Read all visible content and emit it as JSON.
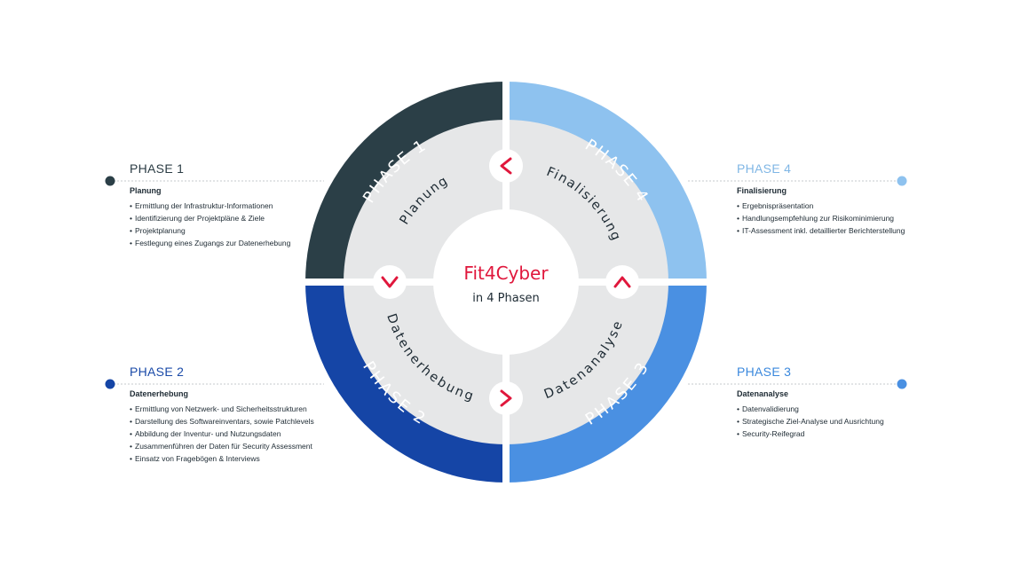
{
  "center": {
    "title": "Fit4Cyber",
    "subtitle": "in 4 Phasen"
  },
  "ring_labels": {
    "phase1": "PHASE 1",
    "phase2": "PHASE 2",
    "phase3": "PHASE 3",
    "phase4": "PHASE 4"
  },
  "inner_labels": {
    "planung": "Planung",
    "finalisierung": "Finalisierung",
    "datenerhebung": "Datenerhebung",
    "datenanalyse": "Datenanalyse"
  },
  "panels": {
    "phase1": {
      "title": "PHASE 1",
      "subtitle": "Planung",
      "items": [
        "Ermittlung der Infrastruktur-Informationen",
        "Identifizierung der Projektpläne & Ziele",
        "Projektplanung",
        "Festlegung eines Zugangs zur Datenerhebung"
      ]
    },
    "phase2": {
      "title": "PHASE 2",
      "subtitle": "Datenerhebung",
      "items": [
        "Ermittlung von Netzwerk- und Sicherheitsstrukturen",
        "Darstellung des Softwareinventars, sowie Patchlevels",
        "Abbildung der Inventur- und Nutzungsdaten",
        "Zusammenführen der Daten für Security Assessment",
        "Einsatz von Fragebögen & Interviews"
      ]
    },
    "phase3": {
      "title": "PHASE 3",
      "subtitle": "Datenanalyse",
      "items": [
        "Datenvalidierung",
        "Strategische Ziel-Analyse und Ausrichtung",
        "Security-Reifegrad"
      ]
    },
    "phase4": {
      "title": "PHASE 4",
      "subtitle": "Finalisierung",
      "items": [
        "Ergebnispräsentation",
        "Handlungsempfehlung zur Risikominimierung",
        "IT-Assessment inkl. detaillierter Berichterstellung"
      ]
    }
  },
  "colors": {
    "phase1": "#2b3f47",
    "phase2": "#1545a6",
    "phase3": "#4a90e2",
    "phase4": "#8ec2ef",
    "inner": "#e6e7e8",
    "accent": "#e0173c"
  },
  "icons": {
    "p1_to_p2": "chevron-down-icon",
    "p2_to_p3": "chevron-right-icon",
    "p3_to_p4": "chevron-up-icon",
    "p4_to_p1": "chevron-left-icon"
  }
}
